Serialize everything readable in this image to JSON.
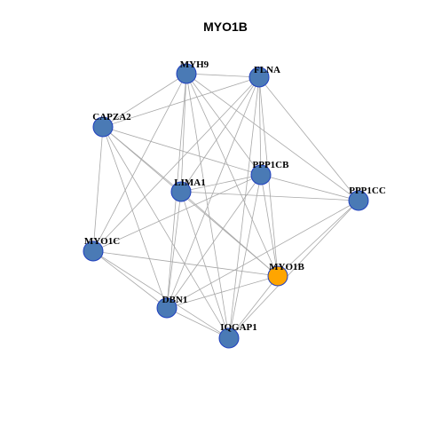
{
  "title": "MYO1B",
  "colors": {
    "node_fill": "#4a7ab5",
    "node_stroke": "#1f3fbf",
    "highlight_fill": "#ffa500",
    "edge": "#a8a8a8"
  },
  "highlight": "MYO1B",
  "nodes": [
    {
      "id": "MYH9",
      "label": "MYH9"
    },
    {
      "id": "FLNA",
      "label": "FLNA"
    },
    {
      "id": "CAPZA2",
      "label": "CAPZA2"
    },
    {
      "id": "PPP1CB",
      "label": "PPP1CB"
    },
    {
      "id": "LIMA1",
      "label": "LIMA1"
    },
    {
      "id": "PPP1CC",
      "label": "PPP1CC"
    },
    {
      "id": "MYO1C",
      "label": "MYO1C"
    },
    {
      "id": "MYO1B",
      "label": "MYO1B"
    },
    {
      "id": "DBN1",
      "label": "DBN1"
    },
    {
      "id": "IQGAP1",
      "label": "IQGAP1"
    }
  ],
  "edges": [
    [
      "MYH9",
      "FLNA"
    ],
    [
      "MYH9",
      "CAPZA2"
    ],
    [
      "MYH9",
      "LIMA1"
    ],
    [
      "MYH9",
      "PPP1CB"
    ],
    [
      "MYH9",
      "PPP1CC"
    ],
    [
      "MYH9",
      "MYO1C"
    ],
    [
      "MYH9",
      "MYO1B"
    ],
    [
      "MYH9",
      "DBN1"
    ],
    [
      "MYH9",
      "IQGAP1"
    ],
    [
      "FLNA",
      "CAPZA2"
    ],
    [
      "FLNA",
      "PPP1CB"
    ],
    [
      "FLNA",
      "LIMA1"
    ],
    [
      "FLNA",
      "PPP1CC"
    ],
    [
      "FLNA",
      "MYO1C"
    ],
    [
      "FLNA",
      "MYO1B"
    ],
    [
      "FLNA",
      "DBN1"
    ],
    [
      "FLNA",
      "IQGAP1"
    ],
    [
      "CAPZA2",
      "PPP1CB"
    ],
    [
      "CAPZA2",
      "LIMA1"
    ],
    [
      "CAPZA2",
      "MYO1C"
    ],
    [
      "CAPZA2",
      "MYO1B"
    ],
    [
      "CAPZA2",
      "DBN1"
    ],
    [
      "CAPZA2",
      "IQGAP1"
    ],
    [
      "PPP1CB",
      "LIMA1"
    ],
    [
      "PPP1CB",
      "PPP1CC"
    ],
    [
      "PPP1CB",
      "MYO1C"
    ],
    [
      "PPP1CB",
      "MYO1B"
    ],
    [
      "PPP1CB",
      "DBN1"
    ],
    [
      "PPP1CB",
      "IQGAP1"
    ],
    [
      "LIMA1",
      "PPP1CC"
    ],
    [
      "LIMA1",
      "MYO1B"
    ],
    [
      "LIMA1",
      "DBN1"
    ],
    [
      "LIMA1",
      "IQGAP1"
    ],
    [
      "PPP1CC",
      "MYO1B"
    ],
    [
      "PPP1CC",
      "DBN1"
    ],
    [
      "PPP1CC",
      "IQGAP1"
    ],
    [
      "MYO1C",
      "MYO1B"
    ],
    [
      "MYO1C",
      "DBN1"
    ],
    [
      "MYO1C",
      "IQGAP1"
    ],
    [
      "MYO1B",
      "DBN1"
    ],
    [
      "MYO1B",
      "IQGAP1"
    ],
    [
      "DBN1",
      "IQGAP1"
    ]
  ]
}
